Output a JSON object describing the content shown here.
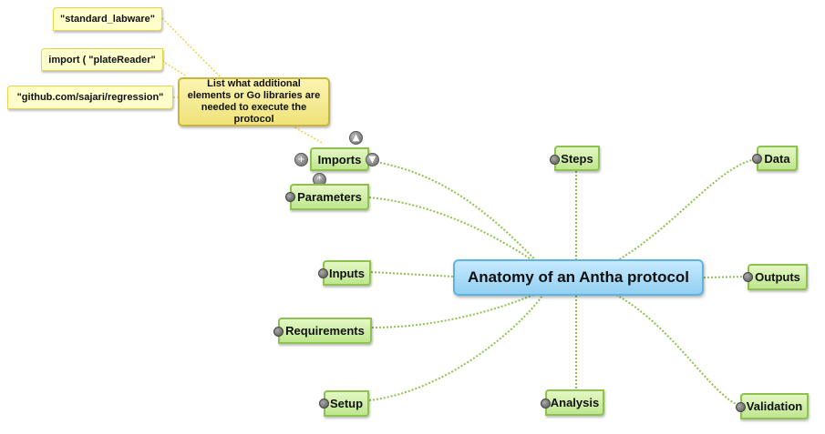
{
  "central": "Anatomy of an Antha protocol",
  "nodes": {
    "imports": "Imports",
    "parameters": "Parameters",
    "inputs": "Inputs",
    "requirements": "Requirements",
    "setup": "Setup",
    "steps": "Steps",
    "analysis": "Analysis",
    "data": "Data",
    "outputs": "Outputs",
    "validation": "Validation"
  },
  "note": "List what additional elements or Go libraries are needed to execute the protocol",
  "import_examples": [
    "\"standard_labware\"",
    "import ( \"plateReader\"",
    "\"github.com/sajari/regression\""
  ],
  "colors": {
    "topic_fill": "#bfe68f",
    "topic_border": "#8ec24e",
    "central_fill": "#93d0f2",
    "connector": "#8ec24e",
    "note_connector": "#ead34d"
  },
  "icons": {
    "add": "plus-circle-icon",
    "up": "arrow-up-icon",
    "down": "arrow-down-icon",
    "attach": "asterisk-icon"
  }
}
